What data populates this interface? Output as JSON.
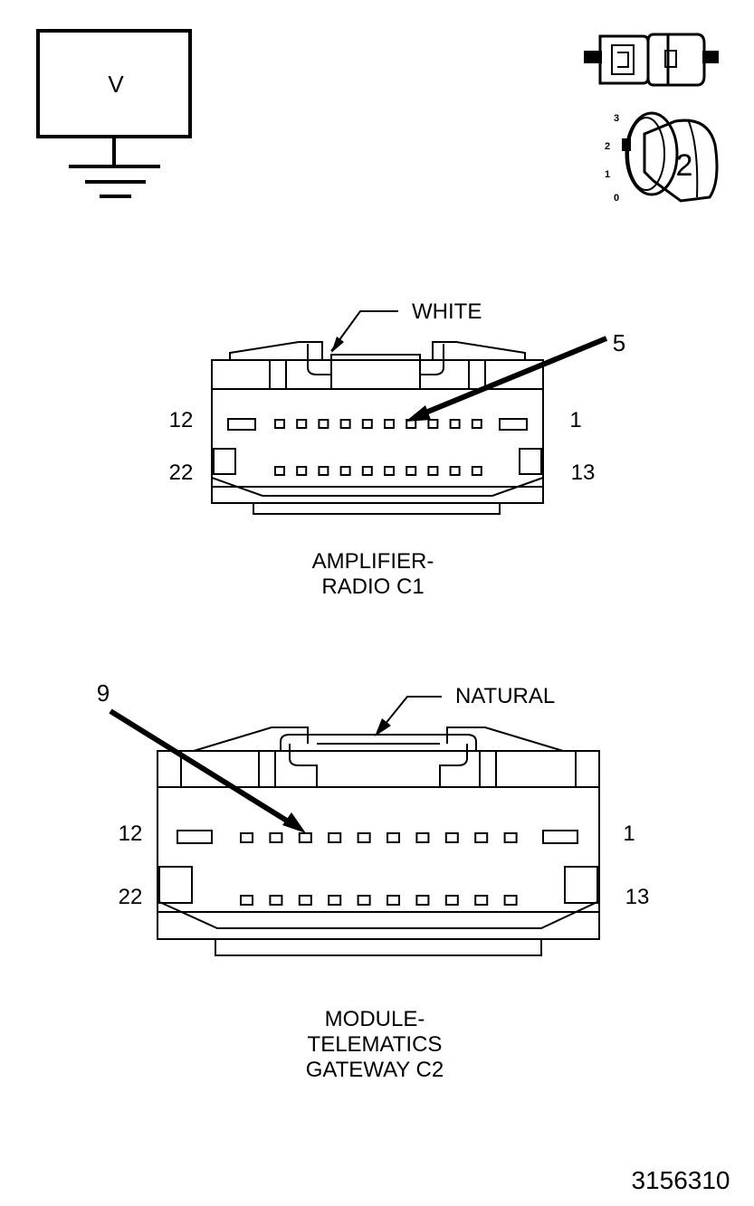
{
  "voltmeter": {
    "symbol": "V"
  },
  "ignition_switch": {
    "positions": [
      "3",
      "2",
      "1",
      "0"
    ],
    "selected": "2"
  },
  "connectors": [
    {
      "id": "amplifier-radio-c1",
      "color": "WHITE",
      "name_lines": [
        "AMPLIFIER-",
        "RADIO C1"
      ],
      "pin_top_left": "12",
      "pin_top_right": "1",
      "pin_bottom_left": "22",
      "pin_bottom_right": "13",
      "callout_pin": "5"
    },
    {
      "id": "module-telematics-gateway-c2",
      "color": "NATURAL",
      "name_lines": [
        "MODULE-",
        "TELEMATICS",
        "GATEWAY C2"
      ],
      "pin_top_left": "12",
      "pin_top_right": "1",
      "pin_bottom_left": "22",
      "pin_bottom_right": "13",
      "callout_pin": "9"
    }
  ],
  "figure_id": "3156310"
}
